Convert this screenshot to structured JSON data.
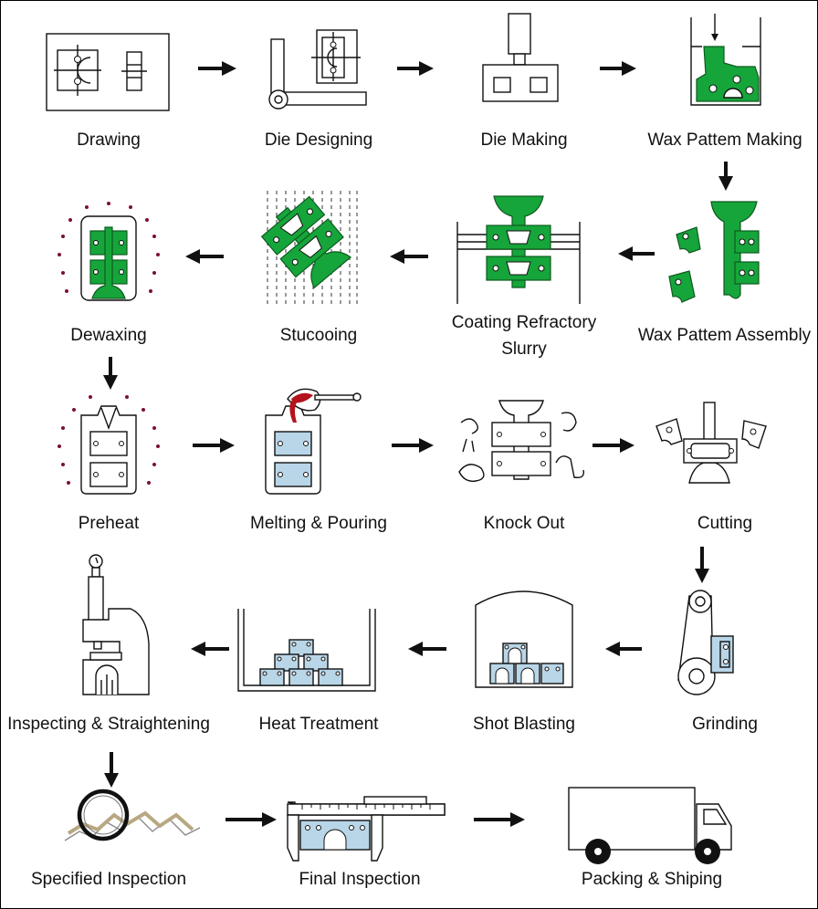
{
  "steps": [
    {
      "label": "Drawing",
      "icon": "drawing-icon"
    },
    {
      "label": "Die Designing",
      "icon": "die-design-icon"
    },
    {
      "label": "Die Making",
      "icon": "die-making-icon"
    },
    {
      "label": "Wax Pattem Making",
      "icon": "wax-pattern-icon"
    },
    {
      "label": "Wax Pattem Assembly",
      "icon": "wax-assembly-icon"
    },
    {
      "label": "Coating Refractory",
      "label2": "Slurry",
      "icon": "coating-icon"
    },
    {
      "label": "Stucooing",
      "icon": "stucco-icon"
    },
    {
      "label": "Dewaxing",
      "icon": "dewaxing-icon"
    },
    {
      "label": "Preheat",
      "icon": "preheat-icon"
    },
    {
      "label": "Melting & Pouring",
      "icon": "pouring-icon"
    },
    {
      "label": "Knock Out",
      "icon": "knockout-icon"
    },
    {
      "label": "Cutting",
      "icon": "cutting-icon"
    },
    {
      "label": "Grinding",
      "icon": "grinding-icon"
    },
    {
      "label": "Shot Blasting",
      "icon": "shot-blasting-icon"
    },
    {
      "label": "Heat Treatment",
      "icon": "heat-treatment-icon"
    },
    {
      "label": "Inspecting & Straightening",
      "icon": "press-icon"
    },
    {
      "label": "Specified Inspection",
      "icon": "magnifier-icon"
    },
    {
      "label": "Final Inspection",
      "icon": "caliper-icon"
    },
    {
      "label": "Packing & Shiping",
      "icon": "truck-icon"
    }
  ],
  "colors": {
    "wax": "#16a53a",
    "metal": "#b9d6e8",
    "molten": "#b3131b",
    "heat": "#7a1130"
  }
}
